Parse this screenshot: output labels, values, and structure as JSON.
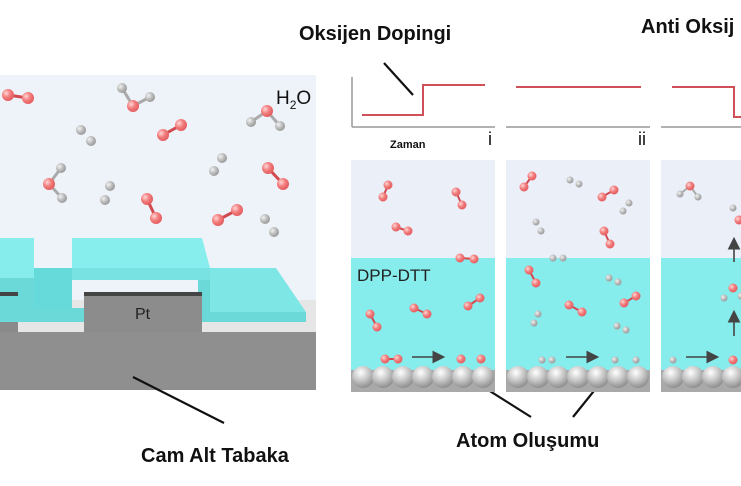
{
  "labels": {
    "oxygen_doping": "Oksijen Dopingi",
    "anti_oxygen": "Anti Oksij",
    "time_axis": "Zaman",
    "panel_i": "i",
    "panel_ii": "ii",
    "h2o": "H",
    "h2o_sub": "2",
    "h2o_tail": "O",
    "electrode": "Pt",
    "polymer": "DPP-DTT",
    "glass_substrate": "Cam Alt Tabaka",
    "atom_formation": "Atom Oluşumu"
  },
  "colors": {
    "oxygen_atom": "#f07a7a",
    "hydrogen_atom": "#b8b8b8",
    "polymer": "#86ecec",
    "ambient": "#eef3fa",
    "electrode": "#8a8a8a",
    "substrate": "#9a9a9a",
    "signal_line": "#d0505a"
  },
  "panels": [
    {
      "id": "i",
      "doping_profile": "step-up"
    },
    {
      "id": "ii",
      "doping_profile": "constant-high"
    },
    {
      "id": "iii",
      "doping_profile": "step-down"
    }
  ]
}
